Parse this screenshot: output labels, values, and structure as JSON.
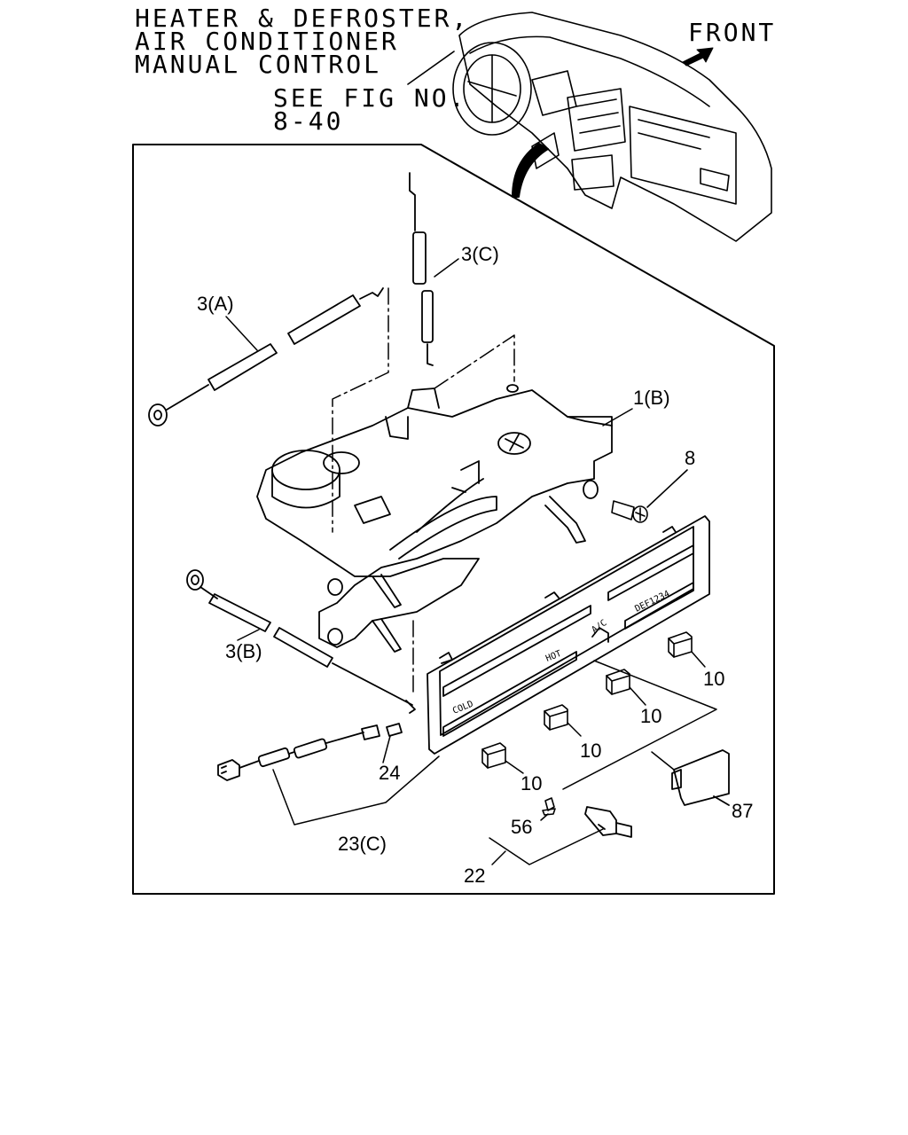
{
  "title": {
    "line1": "HEATER & DEFROSTER,",
    "line2": "AIR CONDITIONER",
    "line3": "MANUAL CONTROL"
  },
  "see_fig": {
    "line1": "SEE FIG NO.",
    "line2": "8-40"
  },
  "front_label": "FRONT",
  "callouts": {
    "p3c": "3(C)",
    "p3a": "3(A)",
    "p1b": "1(B)",
    "p8": "8",
    "p3b": "3(B)",
    "p10a": "10",
    "p10b": "10",
    "p10c": "10",
    "p10d": "10",
    "p24": "24",
    "p23c": "23(C)",
    "p56": "56",
    "p22": "22",
    "p87": "87"
  },
  "panel_text": {
    "cold": "COLD",
    "hot": "HOT",
    "ac": "A/C",
    "def": "DEF1234"
  }
}
